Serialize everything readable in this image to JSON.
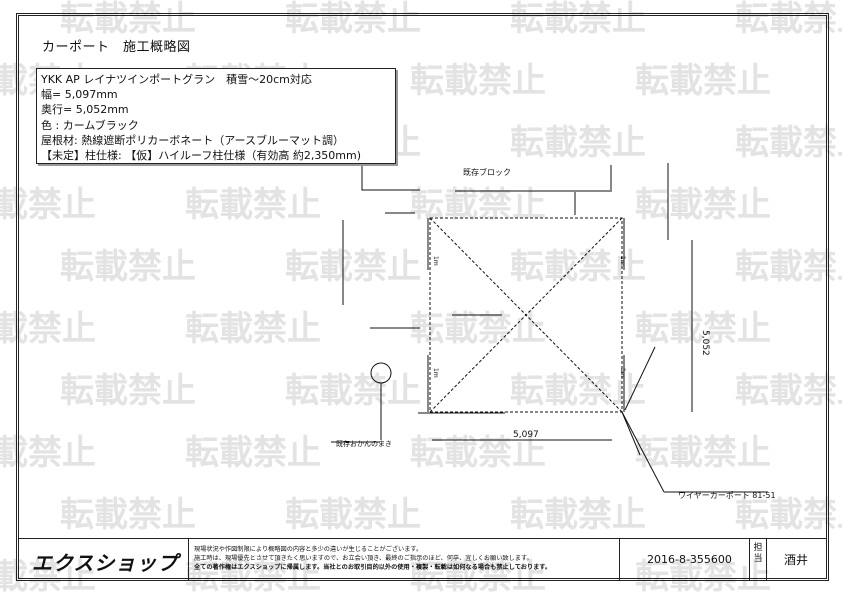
{
  "header": {
    "title": "カーポート　施工概略図"
  },
  "spec": {
    "lines": [
      "YKK AP レイナツインポートグラン　積雪～20cm対応",
      "幅= 5,097mm",
      "奥行= 5,052mm",
      "色 : カームブラック",
      "屋根材: 熱線遮断ポリカーボネート（アースブルーマット調）",
      "【未定】柱仕様: 【仮】ハイルーフ柱仕様（有効高 約2,350mm)"
    ]
  },
  "watermark": {
    "text": "転載禁止"
  },
  "drawing": {
    "width_dim": "5,097",
    "depth_dim": "5,052",
    "label_top": "既存ブロック",
    "label_bottom_left": "既存おかんのまき",
    "label_wire": "ワイヤーカーポート 81-51",
    "mark_a": "1m",
    "mark_b": "1m",
    "mark_c": "1m",
    "mark_d": "1m"
  },
  "footer": {
    "logo": "エクスショップ",
    "notes": [
      "現場状況や作図制限により概略図の内容と多少の違いが生じることがございます。",
      "施工時は、現場優先とさせて頂きたく思いますので、お立会い頂き、最終のご指示のほど、何卒、宜しくお願い致します。",
      "全ての著作権はエクスショップに帰属します。当社とのお取引目的以外の使用・複製・転載は如何なる場合も禁止しております。"
    ],
    "doc_no": "2016-8-355600",
    "tanto_label": "担当",
    "person": "酒井"
  }
}
